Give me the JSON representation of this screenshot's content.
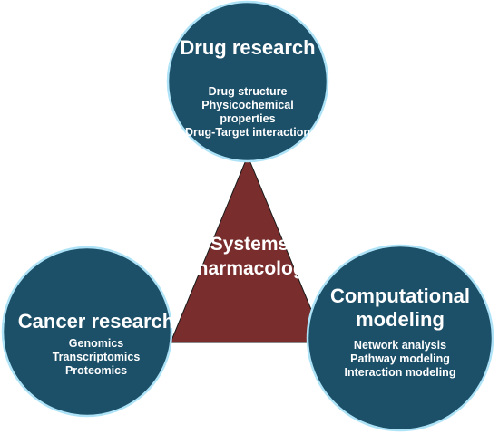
{
  "center": {
    "title_line1": "Systems",
    "title_line2": "Pharmacology",
    "color": "#7a2d2d"
  },
  "top_circle": {
    "title": "Drug research",
    "items": [
      "Drug structure",
      "Physicochemical",
      "properties",
      "Drug-Target interaction"
    ]
  },
  "left_circle": {
    "title": "Cancer research",
    "items": [
      "Genomics",
      "Transcriptomics",
      "Proteomics"
    ]
  },
  "right_circle": {
    "title_line1": "Computational",
    "title_line2": "modeling",
    "items": [
      "Network analysis",
      "Pathway modeling",
      "Interaction modeling"
    ]
  },
  "colors": {
    "circle_fill": "#1c4f68",
    "circle_stroke": "#aee3f7",
    "text": "#ffffff"
  }
}
